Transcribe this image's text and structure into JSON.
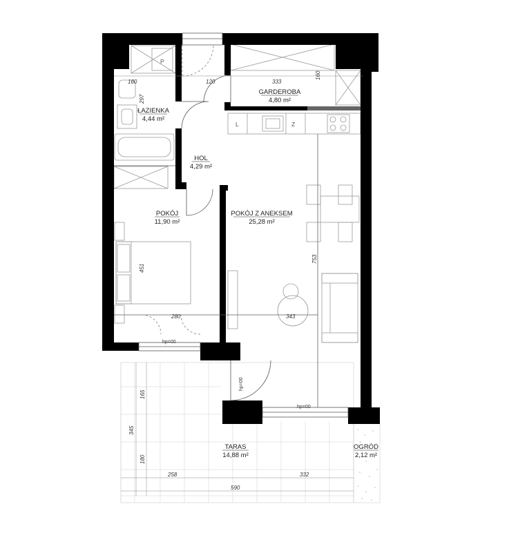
{
  "rooms": [
    {
      "name": "ŁAZIENKA",
      "area": "4,44 m²"
    },
    {
      "name": "GARDEROBA",
      "area": "4,80 m²"
    },
    {
      "name": "HOL",
      "area": "4,29 m²"
    },
    {
      "name": "POKÓJ",
      "area": "11,90 m²"
    },
    {
      "name": "POKÓJ Z ANEKSEM",
      "area": "25,28 m²"
    },
    {
      "name": "TARAS",
      "area": "14,88 m²"
    },
    {
      "name": "OGRÓD",
      "area": "2,12 m²"
    }
  ],
  "dimensions": [
    "160",
    "120",
    "333",
    "160",
    "297",
    "451",
    "753",
    "280",
    "343",
    "165",
    "345",
    "180",
    "258",
    "332",
    "590"
  ],
  "fixtures": {
    "p": "P",
    "l": "L",
    "z": "Z"
  },
  "thresholds": [
    "hp=00",
    "hp=00",
    "hp=00"
  ]
}
